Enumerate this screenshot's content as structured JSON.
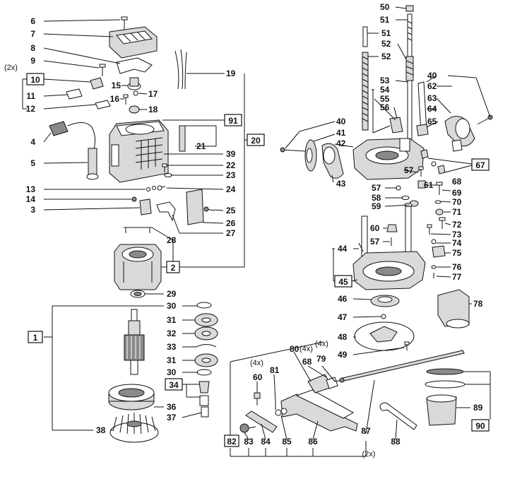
{
  "labels": {
    "n1": "1",
    "n2": "2",
    "n3": "3",
    "n4": "4",
    "n5": "5",
    "n6": "6",
    "n7": "7",
    "n8": "8",
    "n9": "9",
    "n10": "10",
    "n11": "11",
    "n12": "12",
    "n13": "13",
    "n14": "14",
    "n15": "15",
    "n16": "16",
    "n17": "17",
    "n18": "18",
    "n19": "19",
    "n20": "20",
    "n21": "21",
    "n22": "22",
    "n23": "23",
    "n24": "24",
    "n25": "25",
    "n26": "26",
    "n27": "27",
    "n28": "28",
    "n29": "29",
    "n30a": "30",
    "n30b": "30",
    "n31a": "31",
    "n31b": "31",
    "n32": "32",
    "n33": "33",
    "n34": "34",
    "n36": "36",
    "n37": "37",
    "n38": "38",
    "n39": "39",
    "n40a": "40",
    "n40b": "40",
    "n41": "41",
    "n42": "42",
    "n43": "43",
    "n44": "44",
    "n45": "45",
    "n46": "46",
    "n47": "47",
    "n48": "48",
    "n49": "49",
    "n50": "50",
    "n51a": "51",
    "n51b": "51",
    "n52a": "52",
    "n52b": "52",
    "n53": "53",
    "n54": "54",
    "n55": "55",
    "n56": "56",
    "n57a": "57",
    "n57b": "57",
    "n57c": "57",
    "n58": "58",
    "n59": "59",
    "n60a": "60",
    "n60b": "60",
    "n61": "61",
    "n62": "62",
    "n63": "63",
    "n64": "64",
    "n65": "65",
    "n67": "67",
    "n68a": "68",
    "n68b": "68",
    "n69": "69",
    "n70": "70",
    "n71": "71",
    "n72": "72",
    "n73": "73",
    "n74": "74",
    "n75": "75",
    "n76": "76",
    "n77": "77",
    "n78": "78",
    "n79": "79",
    "n80": "80",
    "n81": "81",
    "n82": "82",
    "n83": "83",
    "n84": "84",
    "n85": "85",
    "n86": "86",
    "n87": "87",
    "n88": "88",
    "n89": "89",
    "n90": "90",
    "n91": "91"
  },
  "quantities": {
    "q10": "(2x)",
    "q60": "(4x)",
    "q68": "(4x)",
    "q79": "(4x)",
    "q86": "(2x)"
  }
}
